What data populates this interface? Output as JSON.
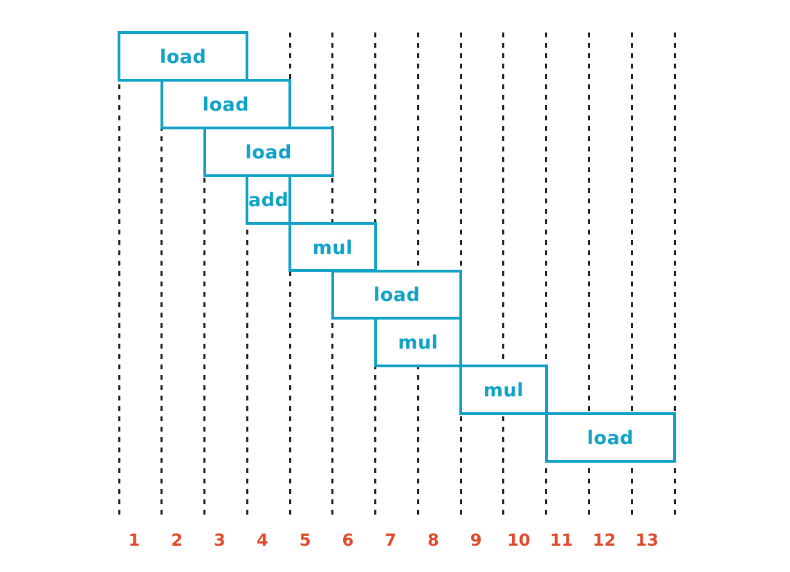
{
  "diagram": {
    "description": "pipelined-instruction-schedule",
    "timeline": {
      "ticks": [
        "1",
        "2",
        "3",
        "4",
        "5",
        "6",
        "7",
        "8",
        "9",
        "10",
        "11",
        "12",
        "13"
      ]
    },
    "instructions": [
      {
        "label": "load",
        "row": 1,
        "start": 1,
        "span": 3
      },
      {
        "label": "load",
        "row": 2,
        "start": 2,
        "span": 3
      },
      {
        "label": "load",
        "row": 3,
        "start": 3,
        "span": 3
      },
      {
        "label": "add",
        "row": 4,
        "start": 4,
        "span": 1
      },
      {
        "label": "mul",
        "row": 5,
        "start": 5,
        "span": 2
      },
      {
        "label": "load",
        "row": 6,
        "start": 6,
        "span": 3
      },
      {
        "label": "mul",
        "row": 7,
        "start": 7,
        "span": 2
      },
      {
        "label": "mul",
        "row": 8,
        "start": 9,
        "span": 2
      },
      {
        "label": "load",
        "row": 9,
        "start": 11,
        "span": 3
      }
    ]
  },
  "colors": {
    "box_stroke": "#10a2c6",
    "box_label": "#10a2c6",
    "grid_line": "#1e1e1e",
    "tick_label": "#e0492b",
    "background": "#ffffff"
  }
}
